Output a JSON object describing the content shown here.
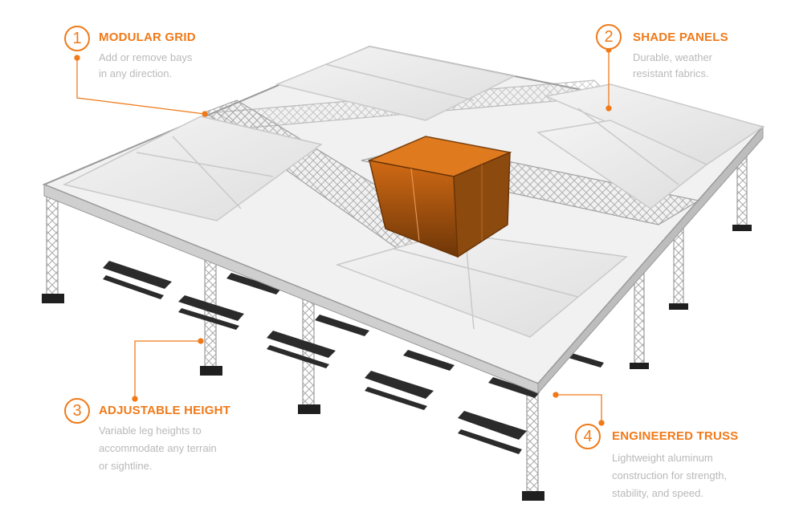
{
  "colors": {
    "accent": "#f07a1a",
    "panel": "#ececec",
    "truss": "#b8b8b8",
    "core": "#b85d12",
    "bench": "#2b2b2b"
  },
  "callouts": [
    {
      "number": "1",
      "title": "MODULAR GRID",
      "lines": [
        "Add or remove bays",
        "in any direction."
      ]
    },
    {
      "number": "2",
      "title": "SHADE PANELS",
      "lines": [
        "Durable, weather",
        "resistant fabrics."
      ]
    },
    {
      "number": "3",
      "title": "ADJUSTABLE HEIGHT",
      "lines": [
        "Variable leg heights to",
        "accommodate any terrain",
        "or sightline."
      ]
    },
    {
      "number": "4",
      "title": "ENGINEERED TRUSS",
      "lines": [
        "Lightweight aluminum",
        "construction for strength,",
        "stability, and speed."
      ]
    }
  ]
}
